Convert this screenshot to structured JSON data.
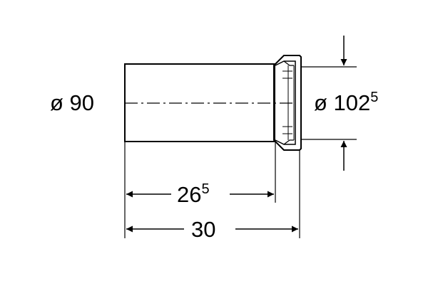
{
  "drawing": {
    "labels": {
      "pipe_diameter": "ø 90",
      "seal_diameter_base": "ø 102",
      "seal_diameter_sup": "5",
      "inner_length_base": "26",
      "inner_length_sup": "5",
      "total_length": "30"
    },
    "colors": {
      "line": "#000000",
      "background": "#ffffff"
    }
  }
}
